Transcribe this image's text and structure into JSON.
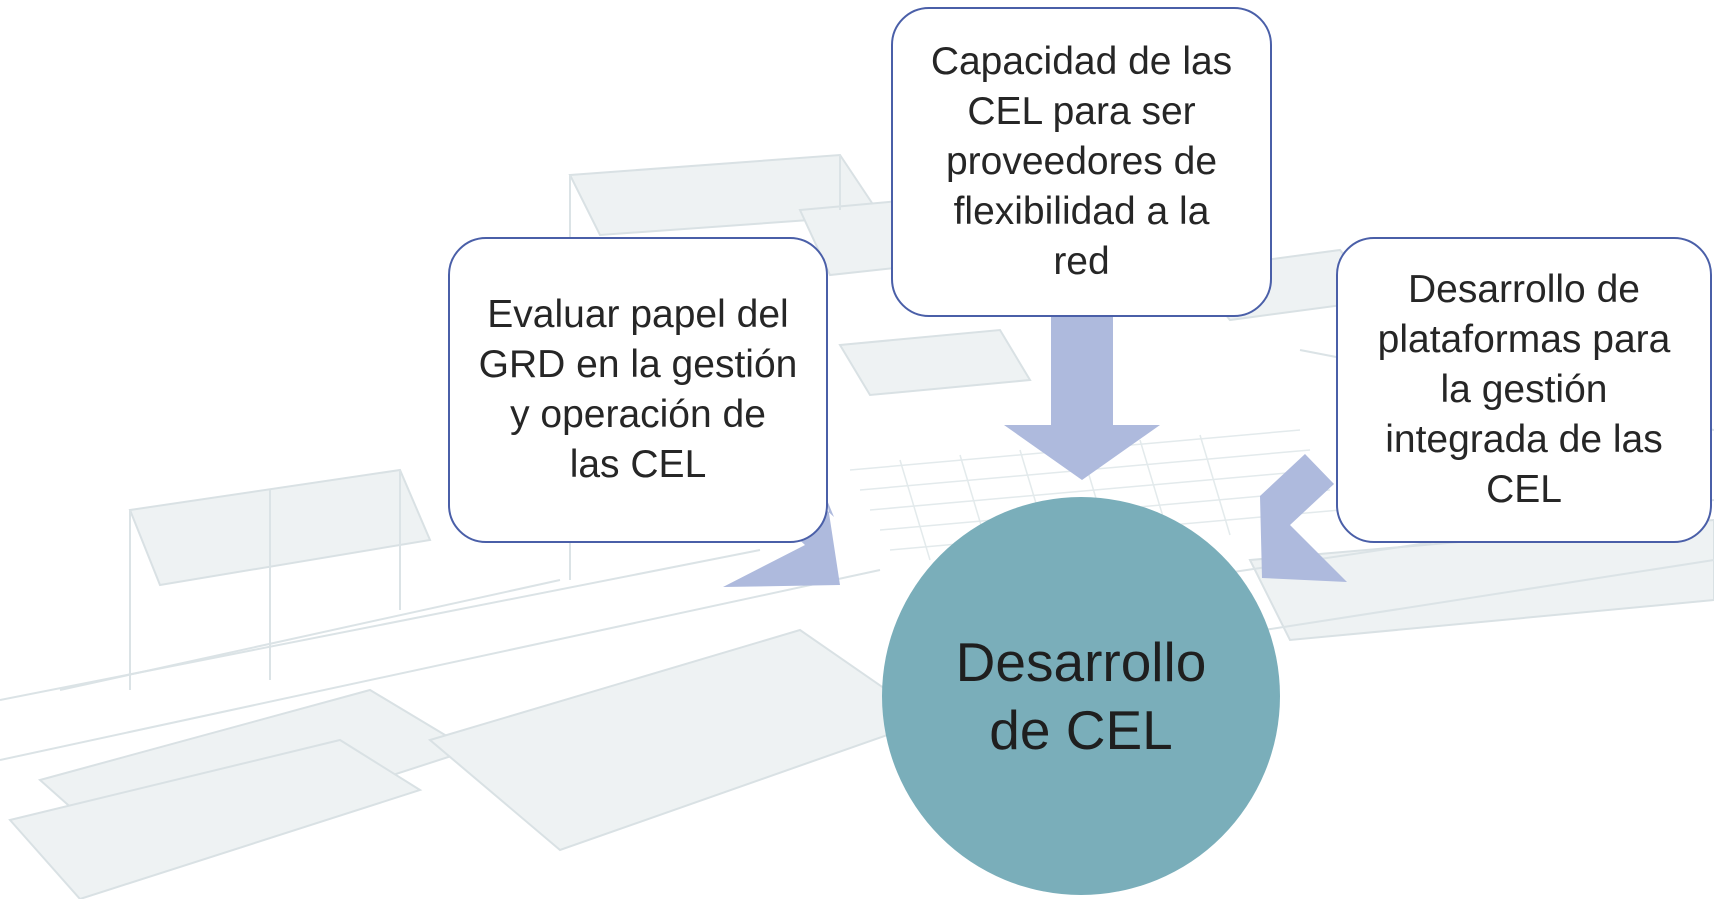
{
  "diagram": {
    "center": {
      "label": "Desarrollo\nde CEL"
    },
    "nodes": [
      {
        "id": "left",
        "label": "Evaluar papel del\nGRD en la gestión\ny operación de\nlas CEL"
      },
      {
        "id": "top",
        "label": "Capacidad de las\nCEL para ser\nproveedores de\nflexibilidad a la\nred"
      },
      {
        "id": "right",
        "label": "Desarrollo de\nplataformas para\nla gestión\nintegrada de las\nCEL"
      }
    ],
    "edges": [
      {
        "from": "left",
        "to": "center"
      },
      {
        "from": "top",
        "to": "center"
      },
      {
        "from": "right",
        "to": "center"
      }
    ]
  },
  "colors": {
    "center_fill": "#7aaeba",
    "box_border": "#4a5fa8",
    "arrow_fill": "#aebadd",
    "background_sketch": "#e6ecee"
  }
}
